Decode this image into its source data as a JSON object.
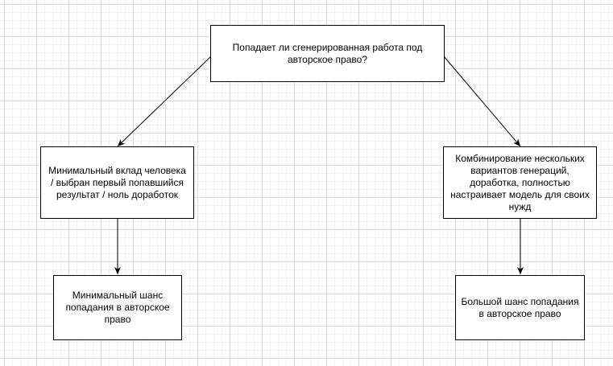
{
  "diagram": {
    "nodes": {
      "root": {
        "text": "Попадает ли сгенерированная работа под авторское право?"
      },
      "left": {
        "text": "Минимальный вклад человека / выбран первый попавшийся результат / ноль доработок"
      },
      "right": {
        "text": "Комбинирование нескольких вариантов генераций, доработка, полностью настраивает модель для своих нужд"
      },
      "left_result": {
        "text": "Минимальный шанс попадания в авторское право"
      },
      "right_result": {
        "text": "Большой шанс попадания в авторское право"
      }
    },
    "edges": [
      {
        "from": "root",
        "to": "left"
      },
      {
        "from": "root",
        "to": "right"
      },
      {
        "from": "left",
        "to": "left_result"
      },
      {
        "from": "right",
        "to": "right_result"
      }
    ],
    "colors": {
      "stroke": "#000000",
      "fill": "#ffffff",
      "grid": "#dcdcdc"
    }
  }
}
